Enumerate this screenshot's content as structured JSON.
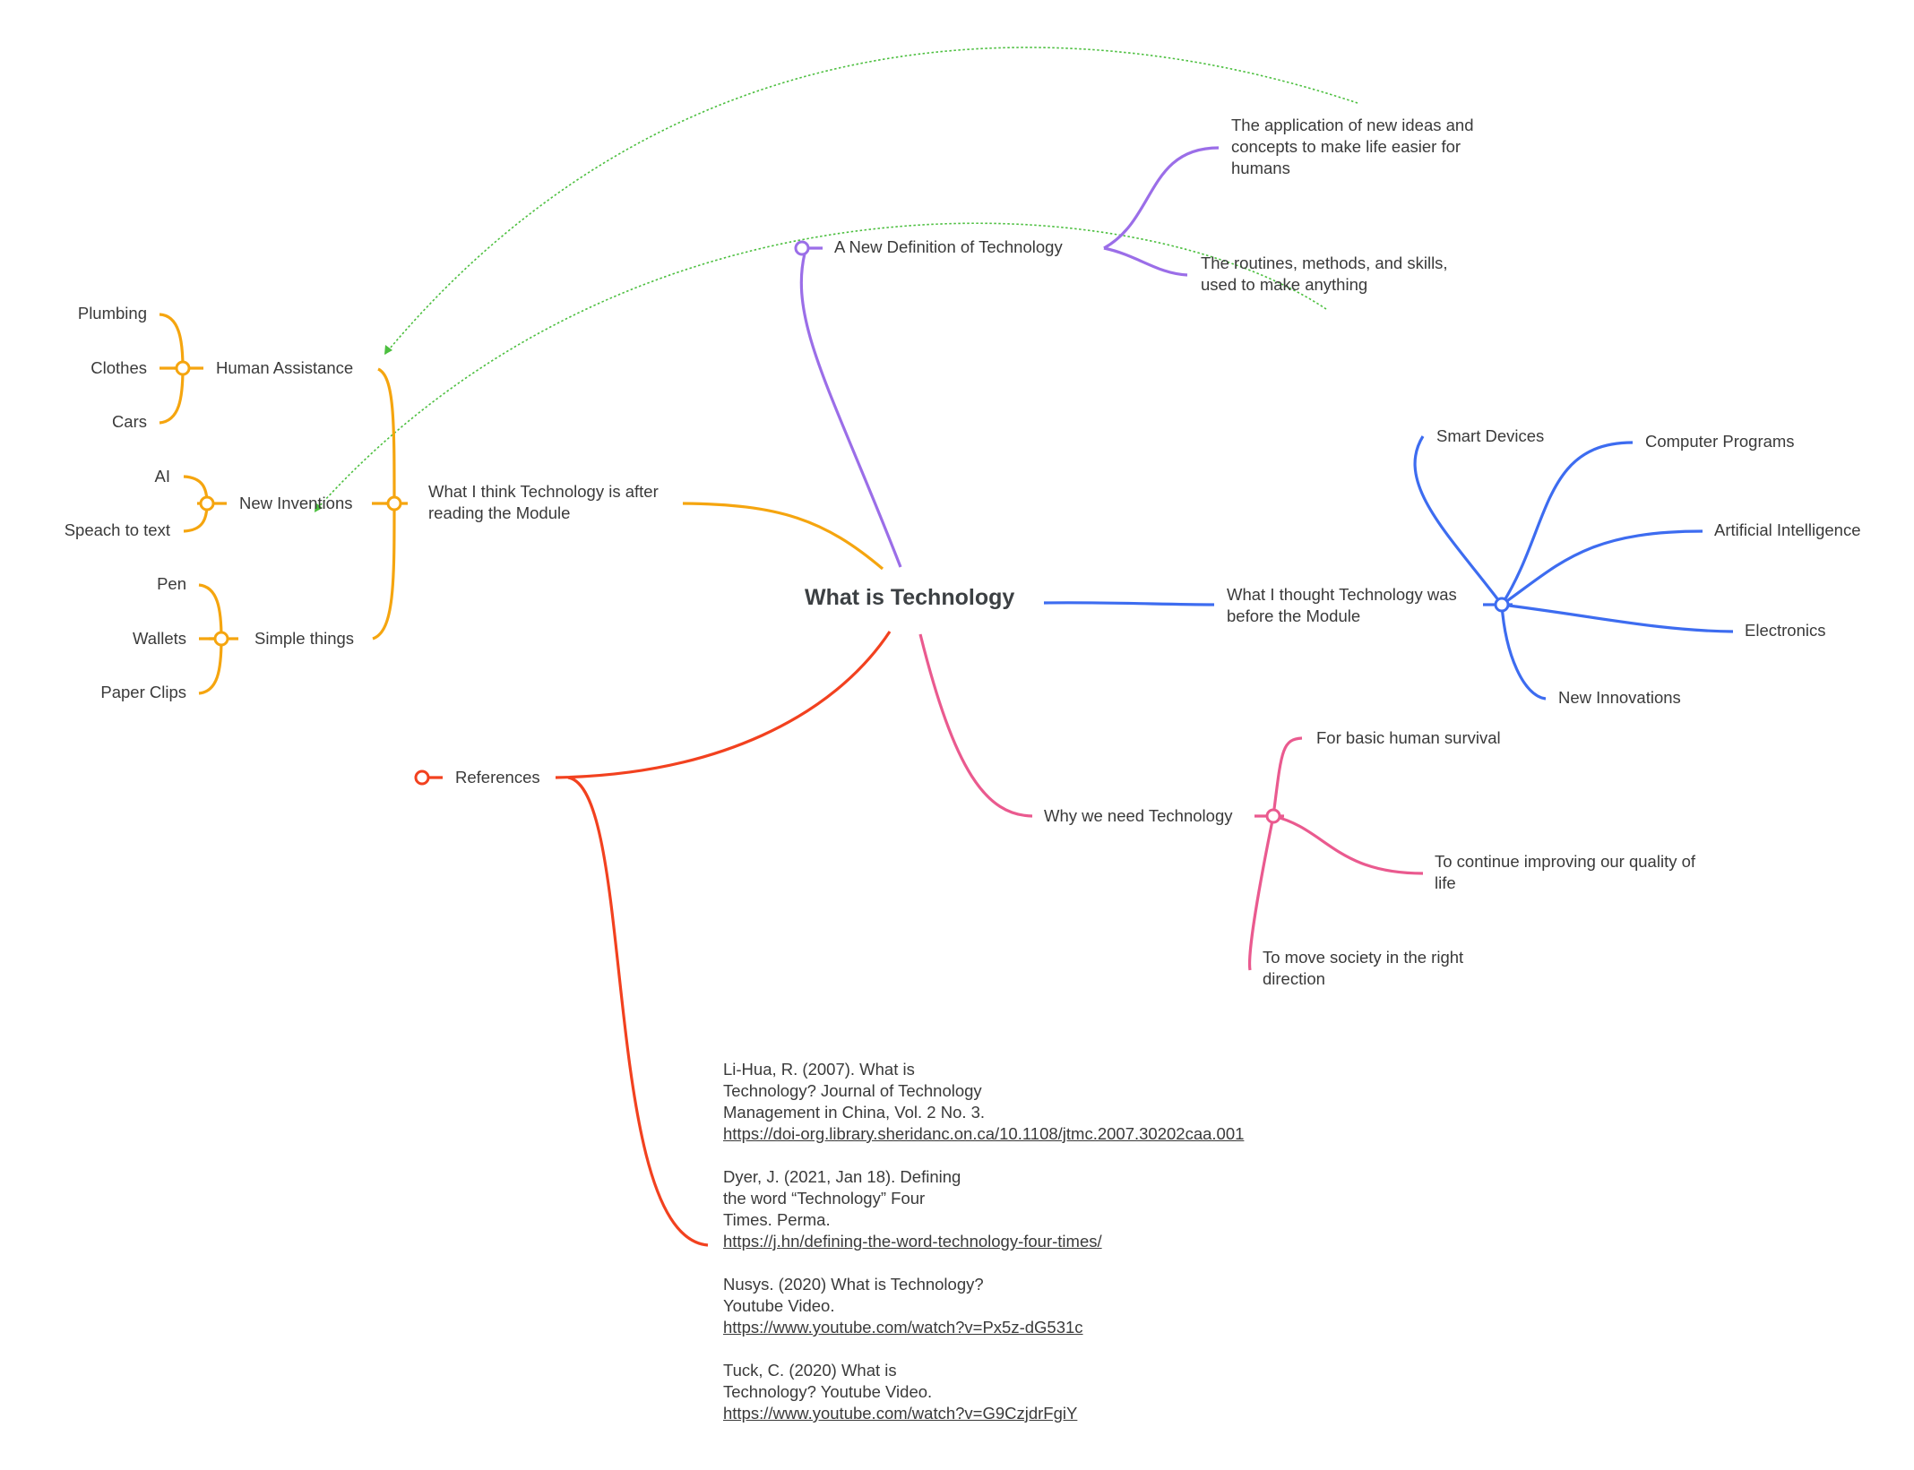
{
  "central": "What is Technology",
  "colors": {
    "purple": "#9b6ee8",
    "orange": "#f5a50f",
    "blue": "#3d6cf0",
    "pink": "#ea5a8f",
    "red": "#f2411f",
    "green": "#4cbf3f"
  },
  "definition": {
    "title": "A New Definition of Technology",
    "items": [
      "The application of new ideas and concepts to make life easier for humans",
      "The routines, methods, and skills, used to make anything"
    ]
  },
  "after_module": {
    "title": "What I think Technology is after reading the Module",
    "groups": [
      {
        "label": "Human Assistance",
        "items": [
          "Plumbing",
          "Clothes",
          "Cars"
        ]
      },
      {
        "label": "New Inventions",
        "items": [
          "AI",
          "Speach to text"
        ]
      },
      {
        "label": "Simple things",
        "items": [
          "Pen",
          "Wallets",
          "Paper Clips"
        ]
      }
    ]
  },
  "before_module": {
    "title": "What I thought Technology was before the Module",
    "items": [
      "Smart Devices",
      "Computer Programs",
      "Artificial Intelligence",
      "Electronics",
      "New Innovations"
    ]
  },
  "why": {
    "title": "Why we need Technology",
    "items": [
      "For basic human survival",
      "To continue improving our quality of life",
      "To move society in the right direction"
    ]
  },
  "references": {
    "title": "References",
    "items": [
      {
        "text": "Li-Hua, R. (2007). What is Technology? Journal of Technology Management in China, Vol. 2 No. 3.",
        "link": "https://doi-org.library.sheridanc.on.ca/10.1108/jtmc.2007.30202caa.001"
      },
      {
        "text": "Dyer, J. (2021, Jan 18). Defining the word “Technology” Four Times. Perma.",
        "link": "https://j.hn/defining-the-word-technology-four-times/"
      },
      {
        "text": "Nusys. (2020) What is Technology? Youtube Video.",
        "link": "https://www.youtube.com/watch?v=Px5z-dG531c"
      },
      {
        "text": "Tuck, C. (2020) What is Technology? Youtube Video.",
        "link": "https://www.youtube.com/watch?v=G9CzjdrFgiY"
      }
    ]
  }
}
